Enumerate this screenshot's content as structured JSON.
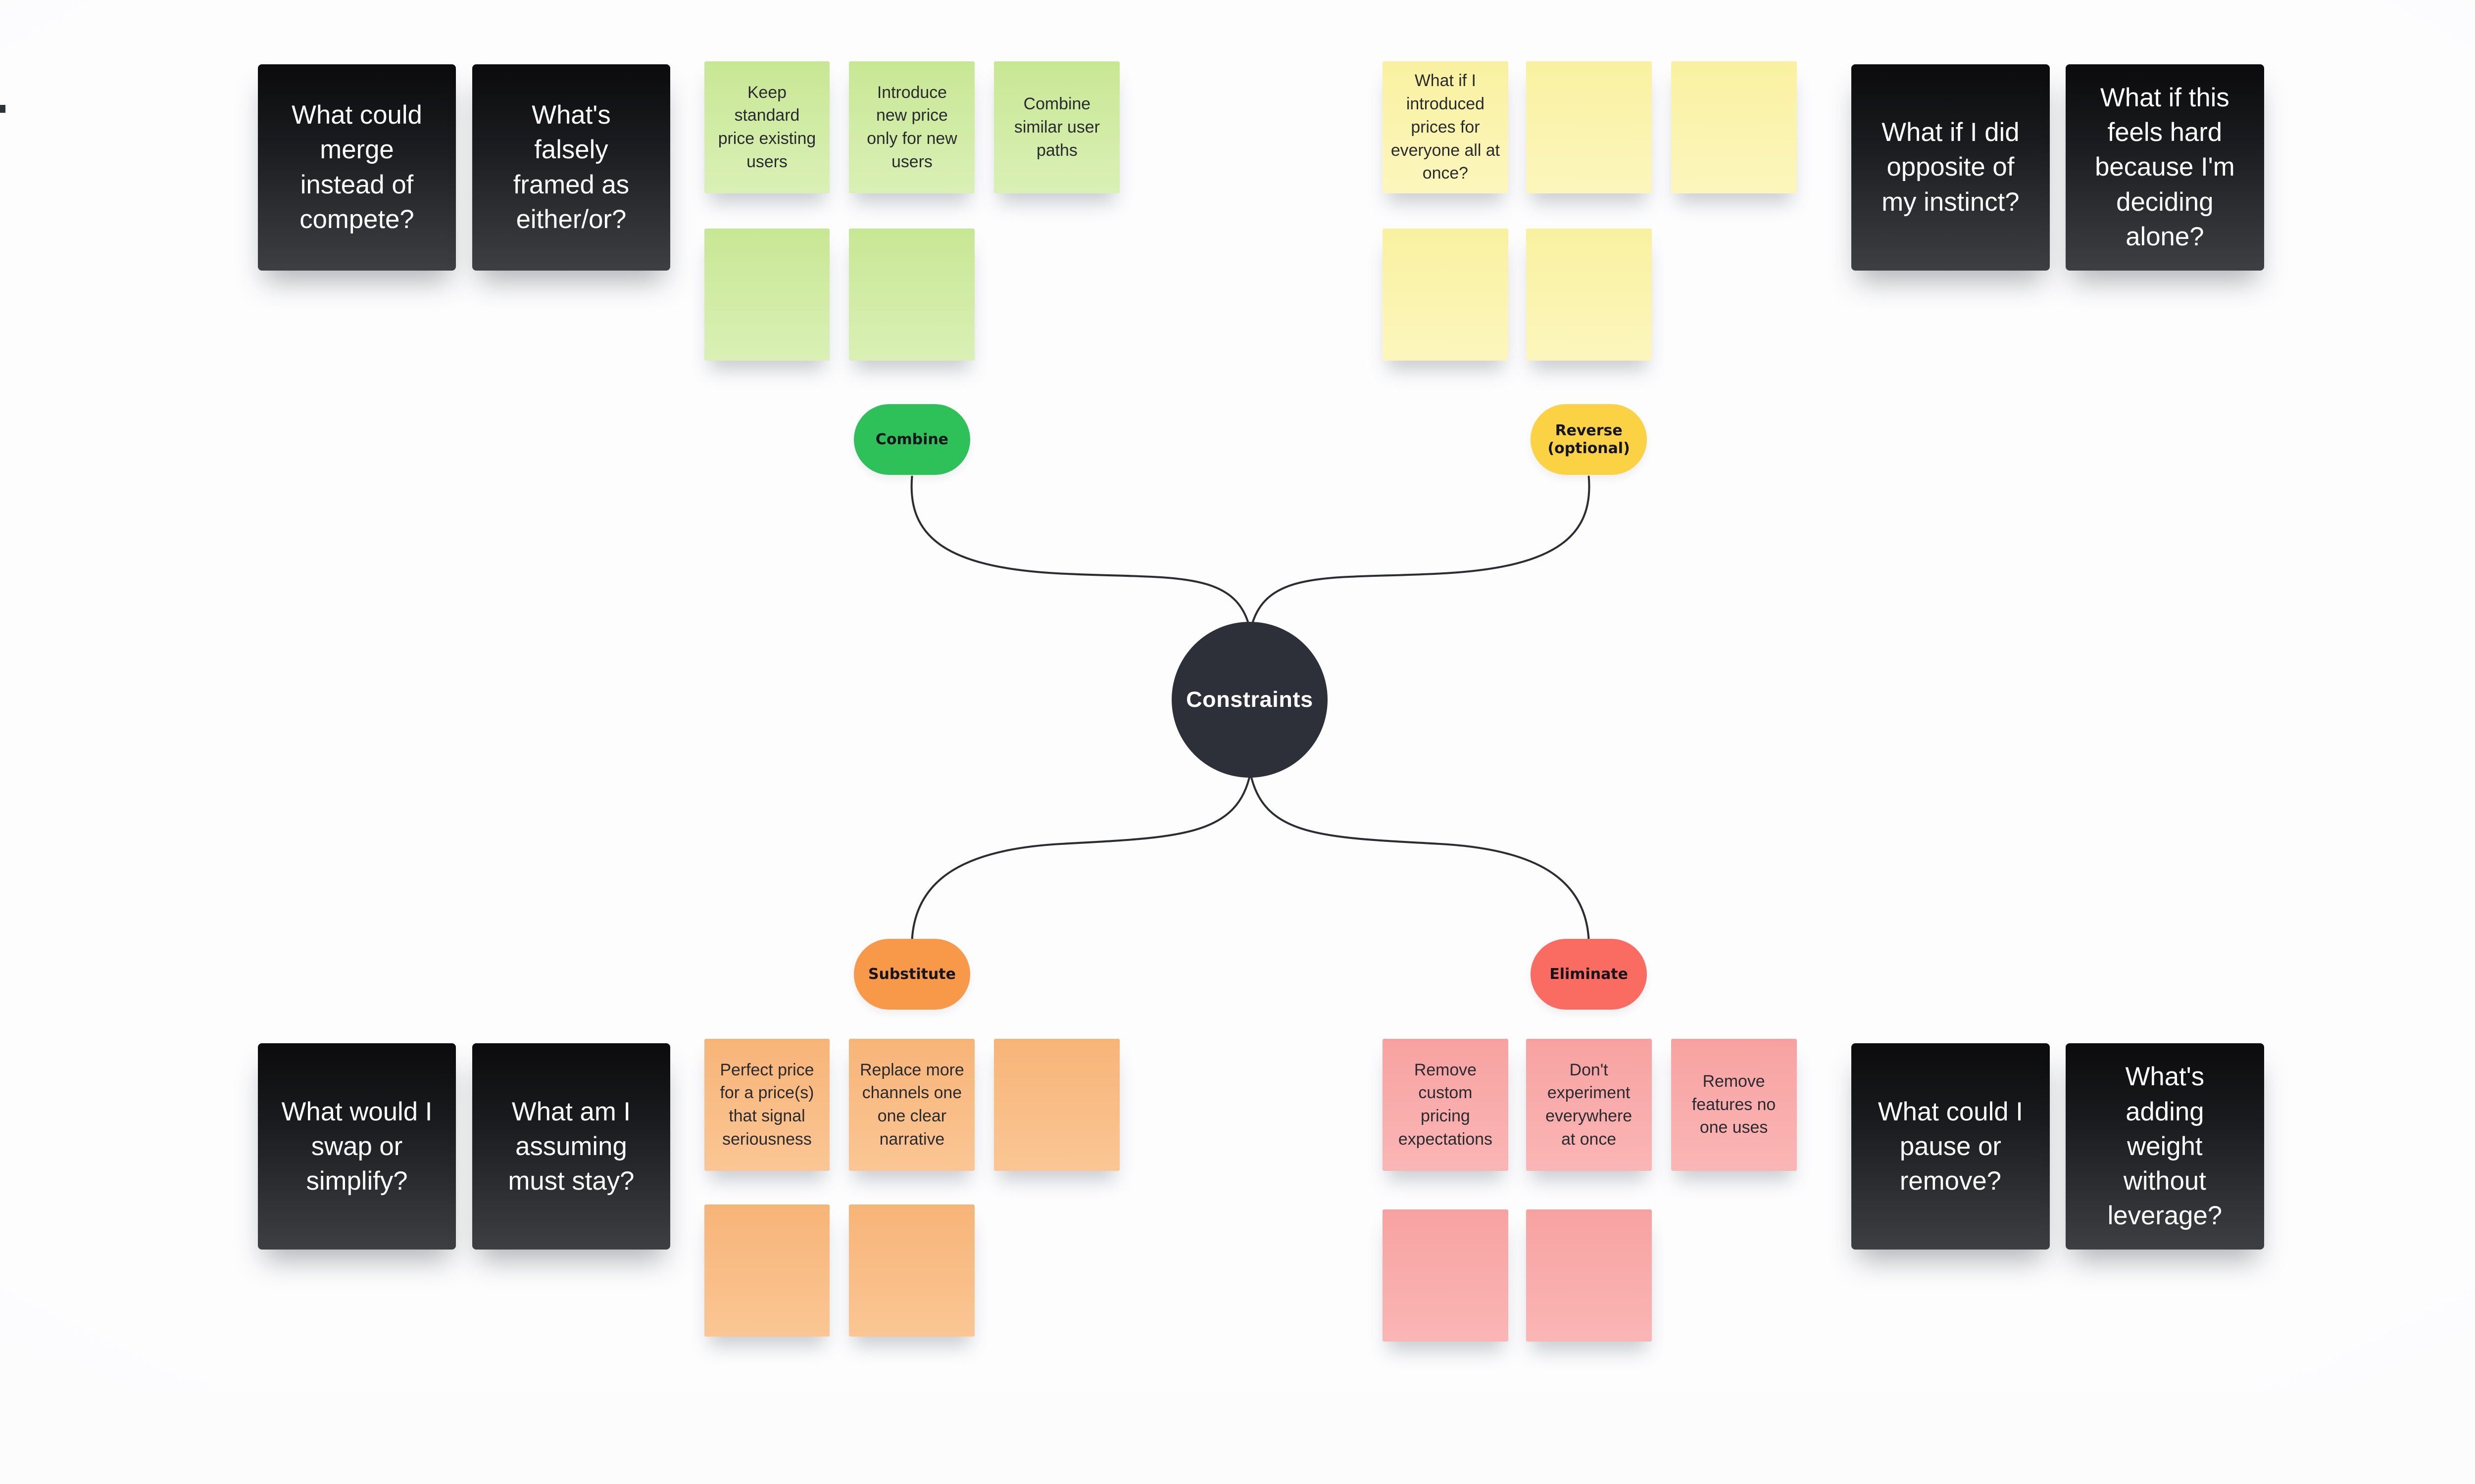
{
  "board": {
    "background_color": "#fcfcfd",
    "connector_color": "#2c2d33",
    "card_gradient": [
      "#0b0b0d",
      "#3e3f43"
    ],
    "card_text_color": "#ffffff",
    "sticky_text_color": "#272b2e",
    "edge_artifact_color": "#2f3338",
    "center_node": {
      "label": "Constraints",
      "color": "#2d3038",
      "text_color": "#ffffff"
    },
    "branches": {
      "combine": {
        "pill_label": "Combine",
        "pill_color": "#2fc159",
        "sticky_gradient": [
          "#c8e794",
          "#daf0b6"
        ],
        "stickies": [
          "Keep\nstandard\nprice existing\nusers",
          "Introduce\nnew price\nonly for new\nusers",
          "Combine\nsimilar user\npaths",
          "",
          ""
        ],
        "prompt_cards": [
          "What could\nmerge\ninstead of\ncompete?",
          "What's\nfalsely\nframed as\neither/or?"
        ]
      },
      "reverse": {
        "pill_label": "Reverse\n(optional)",
        "pill_color": "#fbd244",
        "sticky_gradient": [
          "#f9f1a0",
          "#fcf6bd"
        ],
        "stickies": [
          "What if I\nintroduced\nprices for\neveryone all at\nonce?",
          "",
          "",
          "",
          ""
        ],
        "prompt_cards": [
          "What if I did\nopposite of\nmy instinct?",
          "What if this\nfeels hard\nbecause I'm\ndeciding\nalone?"
        ]
      },
      "substitute": {
        "pill_label": "Substitute",
        "pill_color": "#f8994a",
        "sticky_gradient": [
          "#f7b478",
          "#fbc694"
        ],
        "stickies": [
          "Perfect price\nfor a price(s)\nthat signal\nseriousness",
          "Replace more\nchannels one\none clear\nnarrative",
          "",
          "",
          ""
        ],
        "prompt_cards": [
          "What would I\nswap or\nsimplify?",
          "What am I\nassuming\nmust stay?"
        ]
      },
      "eliminate": {
        "pill_label": "Eliminate",
        "pill_color": "#fa6b61",
        "sticky_gradient": [
          "#f7a2a1",
          "#fab6b5"
        ],
        "stickies": [
          "Remove\ncustom\npricing\nexpectations",
          "Don't\nexperiment\neverywhere\nat once",
          "Remove\nfeatures no\none uses",
          "",
          ""
        ],
        "prompt_cards": [
          "What could I\npause or\nremove?",
          "What's adding\nweight\nwithout\nleverage?"
        ]
      }
    }
  }
}
